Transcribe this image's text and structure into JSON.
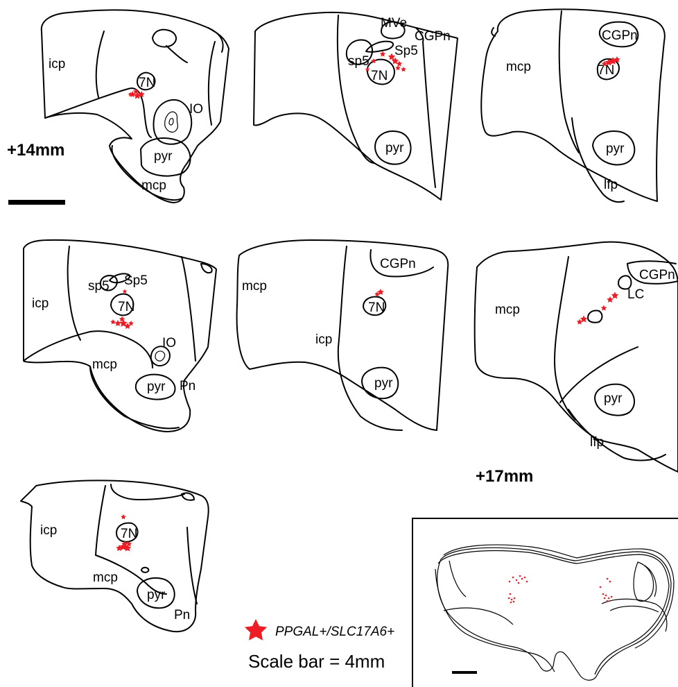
{
  "panels": {
    "p1": {
      "icp": "icp",
      "n7": "7N",
      "io": "IO",
      "pyr": "pyr",
      "mcp": "mcp"
    },
    "p2": {
      "mve": "MVe",
      "cgpn": "CGPn",
      "sp5u": "Sp5",
      "sp5l": "sp5",
      "n7": "7N",
      "pyr": "pyr"
    },
    "p3": {
      "mcp": "mcp",
      "cgpn": "CGPn",
      "n7": "7N",
      "pyr": "pyr",
      "lfp": "lfp"
    },
    "p4": {
      "icp": "icp",
      "sp5l": "sp5",
      "sp5u": "Sp5",
      "n7": "7N",
      "io": "IO",
      "mcp": "mcp",
      "pyr": "pyr",
      "pn": "Pn"
    },
    "p5": {
      "mcp": "mcp",
      "cgpn": "CGPn",
      "n7": "7N",
      "icp": "icp",
      "pyr": "pyr"
    },
    "p6": {
      "mcp": "mcp",
      "cgpn": "CGPn",
      "lc": "LC",
      "pyr": "pyr",
      "lfp": "lfp"
    },
    "p7": {
      "icp": "icp",
      "n7": "7N",
      "mcp": "mcp",
      "pyr": "pyr",
      "pn": "Pn"
    }
  },
  "level_labels": {
    "start": "+14mm",
    "end": "+17mm"
  },
  "legend": {
    "marker_label": "PPGAL+/SLC17A6+",
    "marker_color": "#ee1c24",
    "scale_text": "Scale bar = 4mm"
  }
}
